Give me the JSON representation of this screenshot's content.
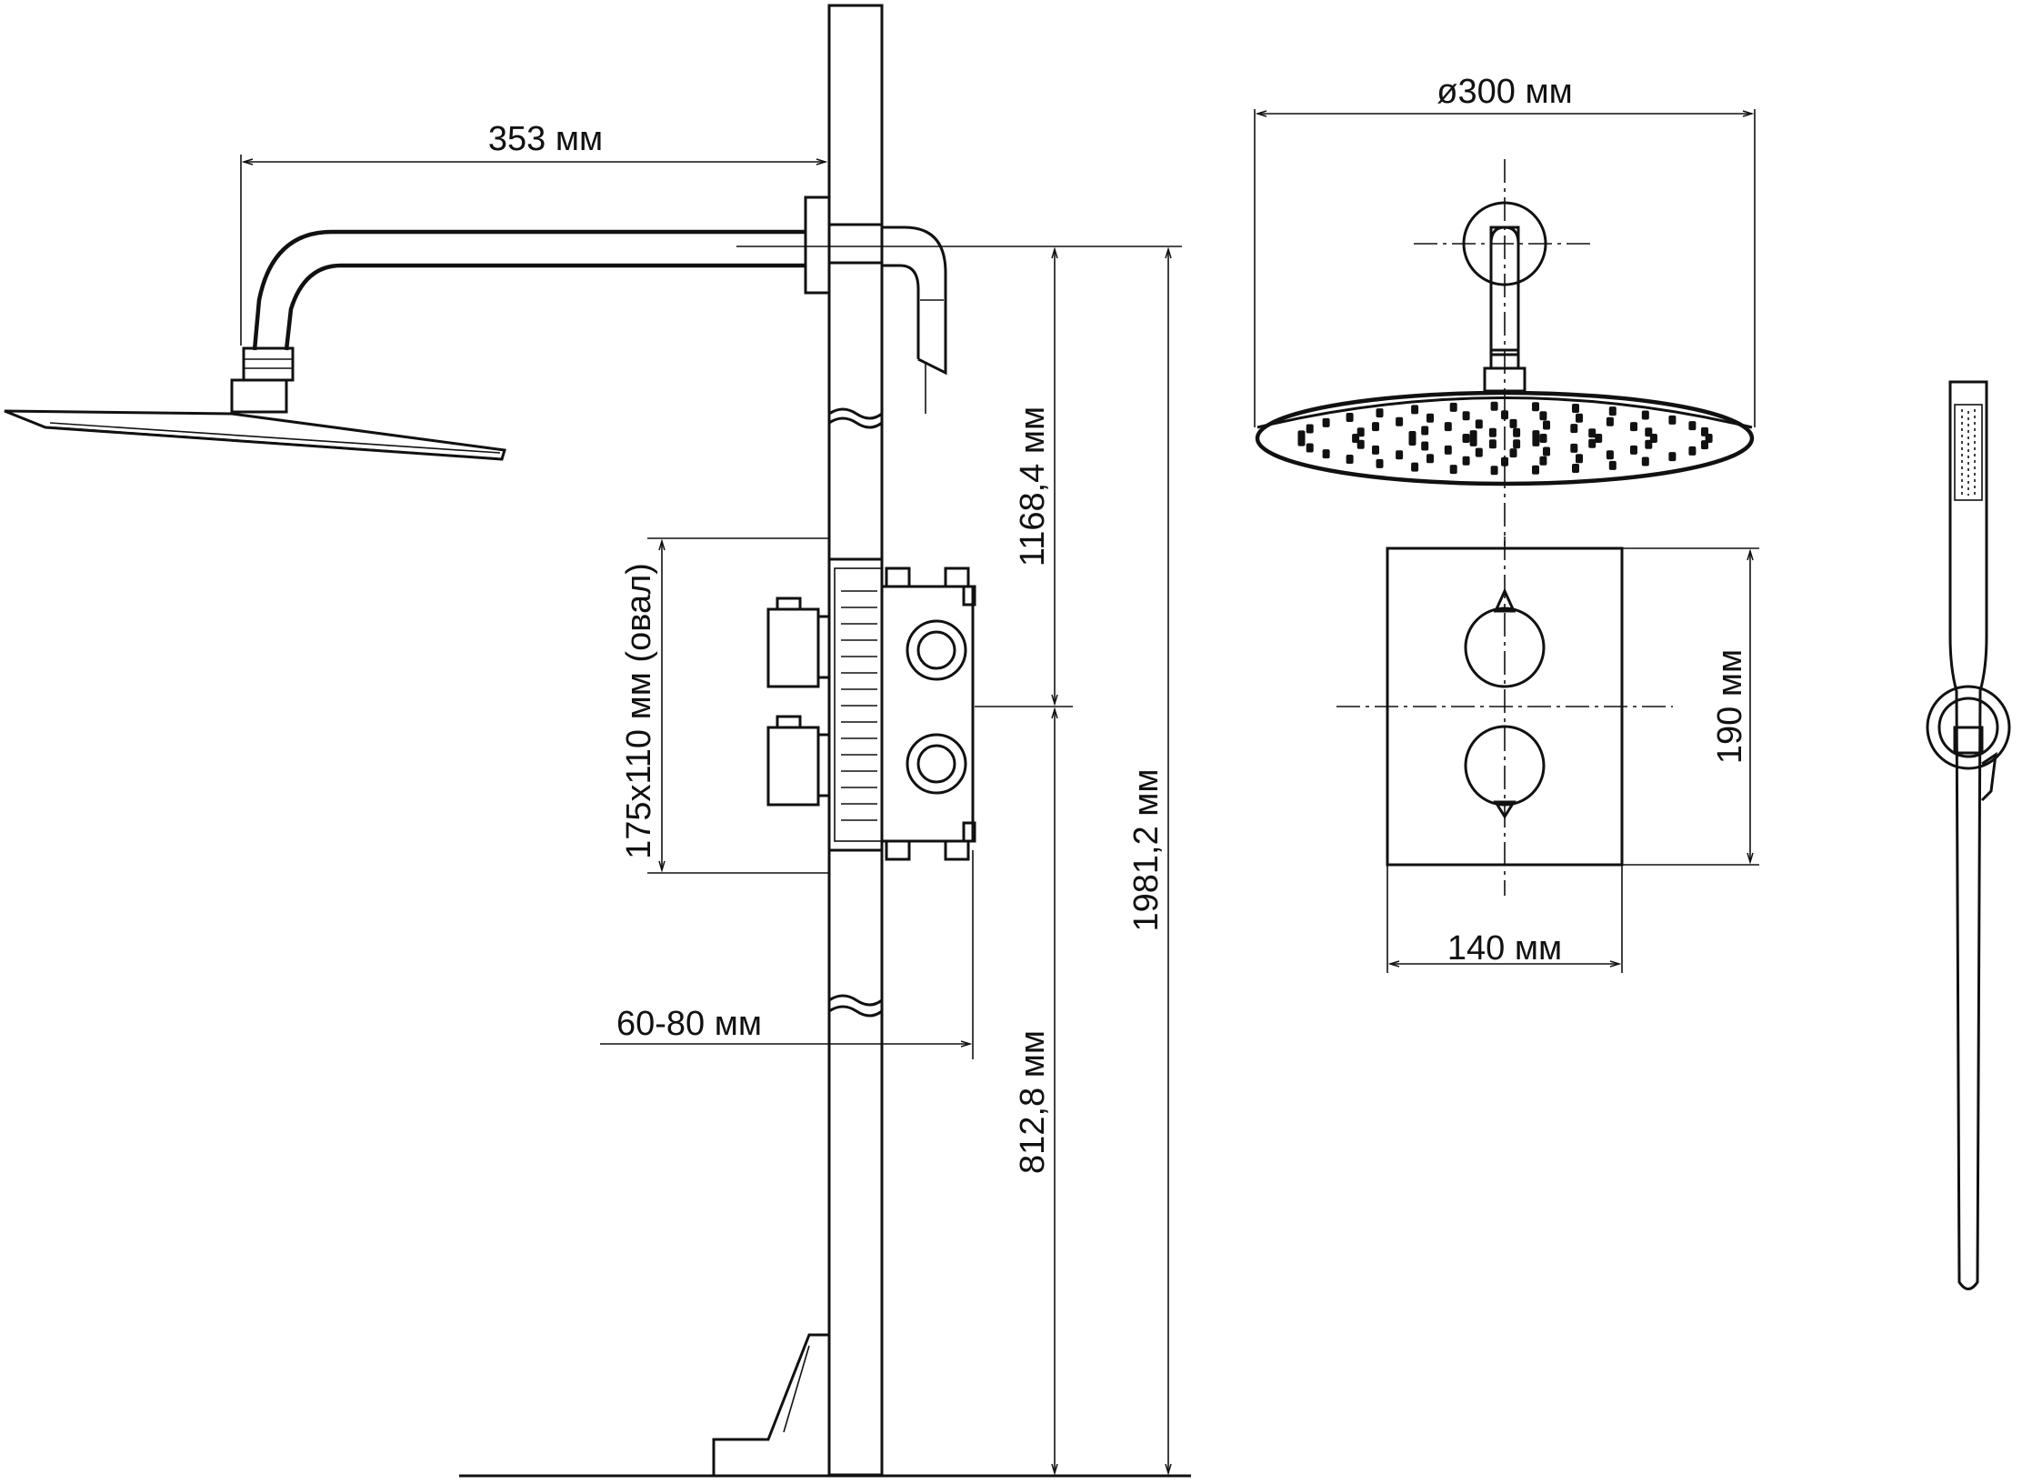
{
  "dimensions": {
    "arm_length": "353 мм",
    "arm_height": "1168,4 мм",
    "valve_size": "175x110 мм (овал)",
    "total_height": "1981,2 мм",
    "wall_depth": "60-80 мм",
    "valve_height": "812,8 мм",
    "head_diameter": "ø300 мм",
    "plate_height": "190 мм",
    "plate_width": "140 мм"
  },
  "colors": {
    "line": "#111111",
    "background": "#ffffff"
  }
}
